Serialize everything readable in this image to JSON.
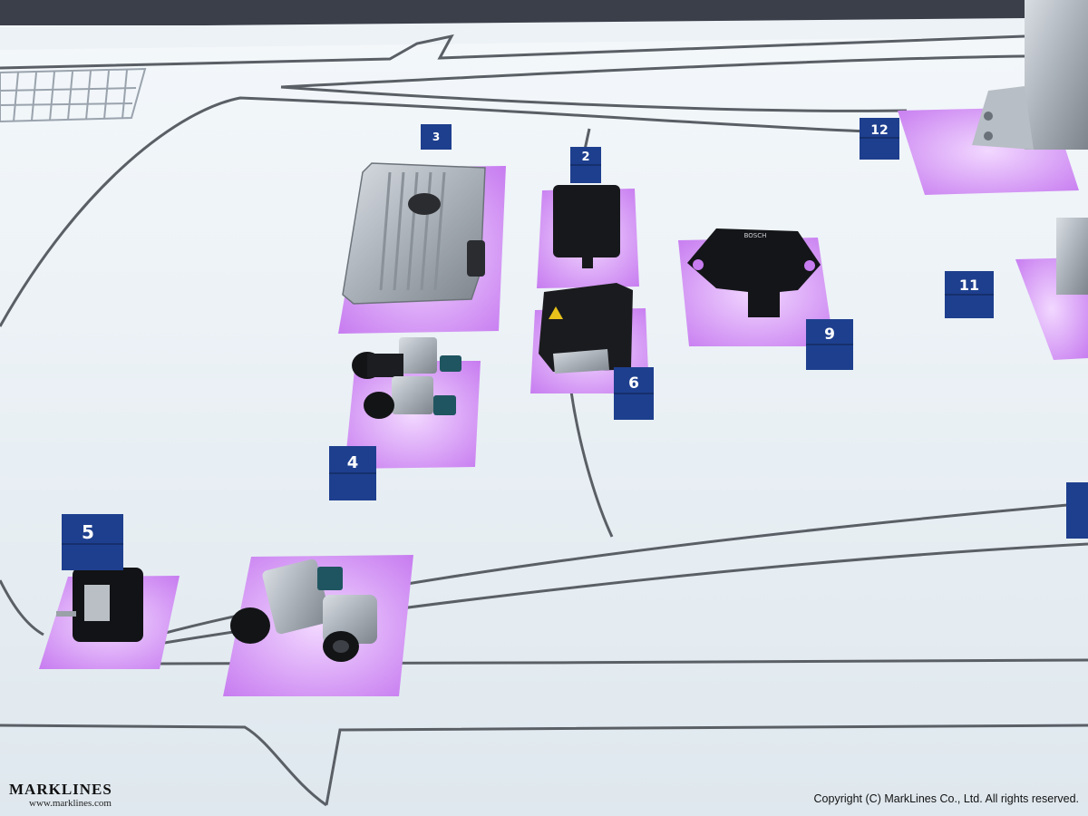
{
  "scene": {
    "markers": [
      {
        "label": "3"
      },
      {
        "label": "2"
      },
      {
        "label": "12"
      },
      {
        "label": "11"
      },
      {
        "label": "9"
      },
      {
        "label": "6"
      },
      {
        "label": "4"
      },
      {
        "label": "5"
      }
    ],
    "imu_label": "BOSCH",
    "colors": {
      "table": "#e3ebf1",
      "highlight": "#c77cf0",
      "marker": "#1e3f8e",
      "line": "#5a5f66"
    }
  },
  "watermark": {
    "logo": "MARKLINES",
    "url": "www.marklines.com"
  },
  "copyright": "Copyright (C) MarkLines Co., Ltd. All rights reserved."
}
